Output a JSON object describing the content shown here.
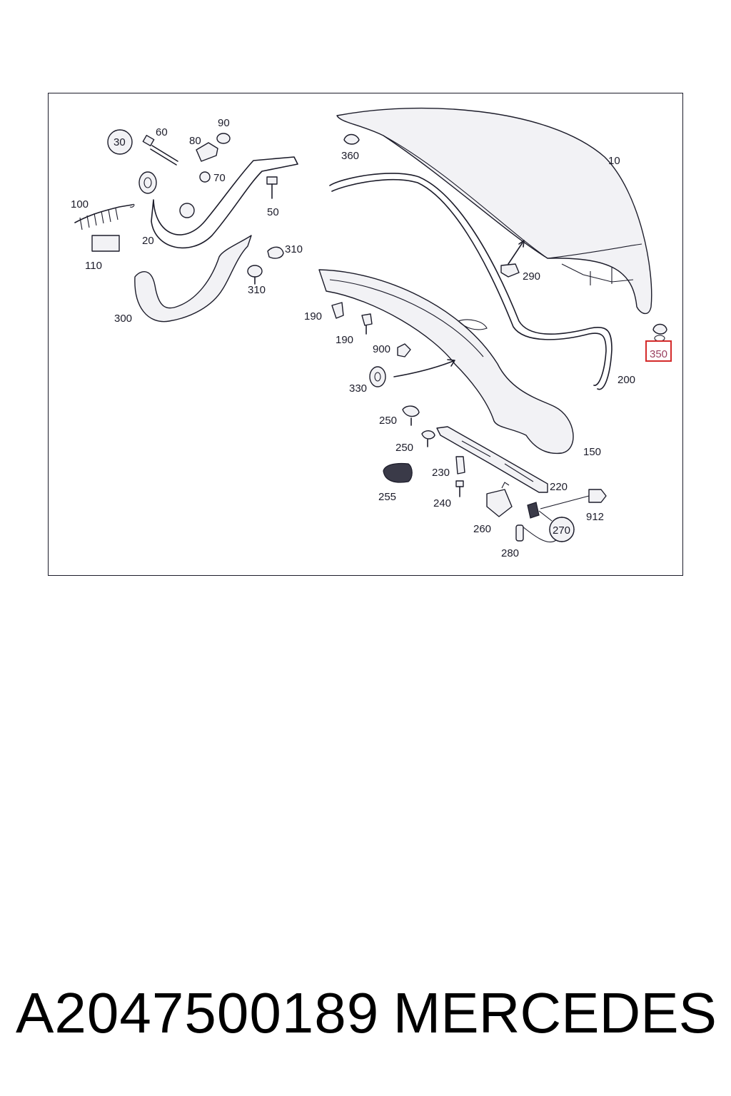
{
  "diagram": {
    "callouts": {
      "c10": "10",
      "c20": "20",
      "c30": "30",
      "c50": "50",
      "c60": "60",
      "c70": "70",
      "c80": "80",
      "c90": "90",
      "c100": "100",
      "c110": "110",
      "c150": "150",
      "c190a": "190",
      "c190b": "190",
      "c200": "200",
      "c220": "220",
      "c230": "230",
      "c240": "240",
      "c250a": "250",
      "c250b": "250",
      "c255": "255",
      "c260": "260",
      "c270": "270",
      "c280": "280",
      "c290": "290",
      "c300": "300",
      "c310a": "310",
      "c310b": "310",
      "c330": "330",
      "c350": "350",
      "c360": "360",
      "c900": "900",
      "c912": "912"
    },
    "highlighted_callout": "350",
    "highlight_color": "#d42a2a",
    "line_color": "#1c1c2a"
  },
  "footer": {
    "part_number": "A2047500189",
    "brand": "MERCEDES"
  }
}
